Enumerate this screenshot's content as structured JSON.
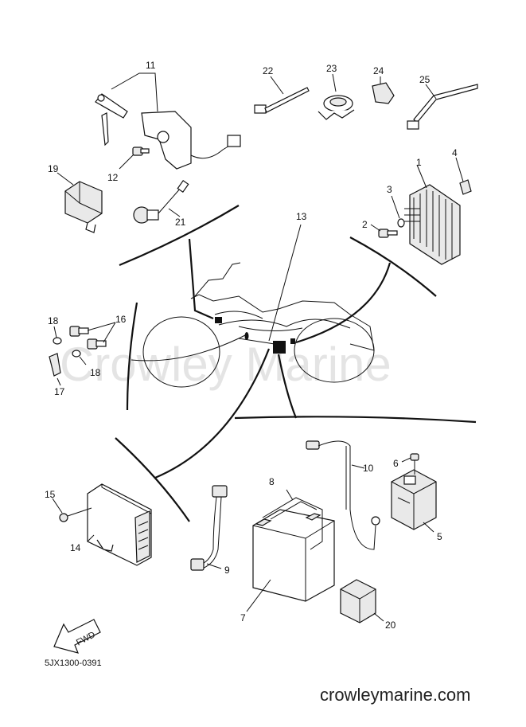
{
  "diagram": {
    "part_numbers": [
      "1",
      "2",
      "3",
      "4",
      "5",
      "6",
      "7",
      "8",
      "9",
      "10",
      "11",
      "12",
      "13",
      "14",
      "15",
      "16",
      "17",
      "18",
      "18",
      "19",
      "20",
      "21",
      "22",
      "23",
      "24",
      "25"
    ],
    "fwd_label": "FWD",
    "drawing_code": "5JX1300-0391",
    "watermark": "Crowley Marine",
    "site": "crowleymarine.com"
  }
}
